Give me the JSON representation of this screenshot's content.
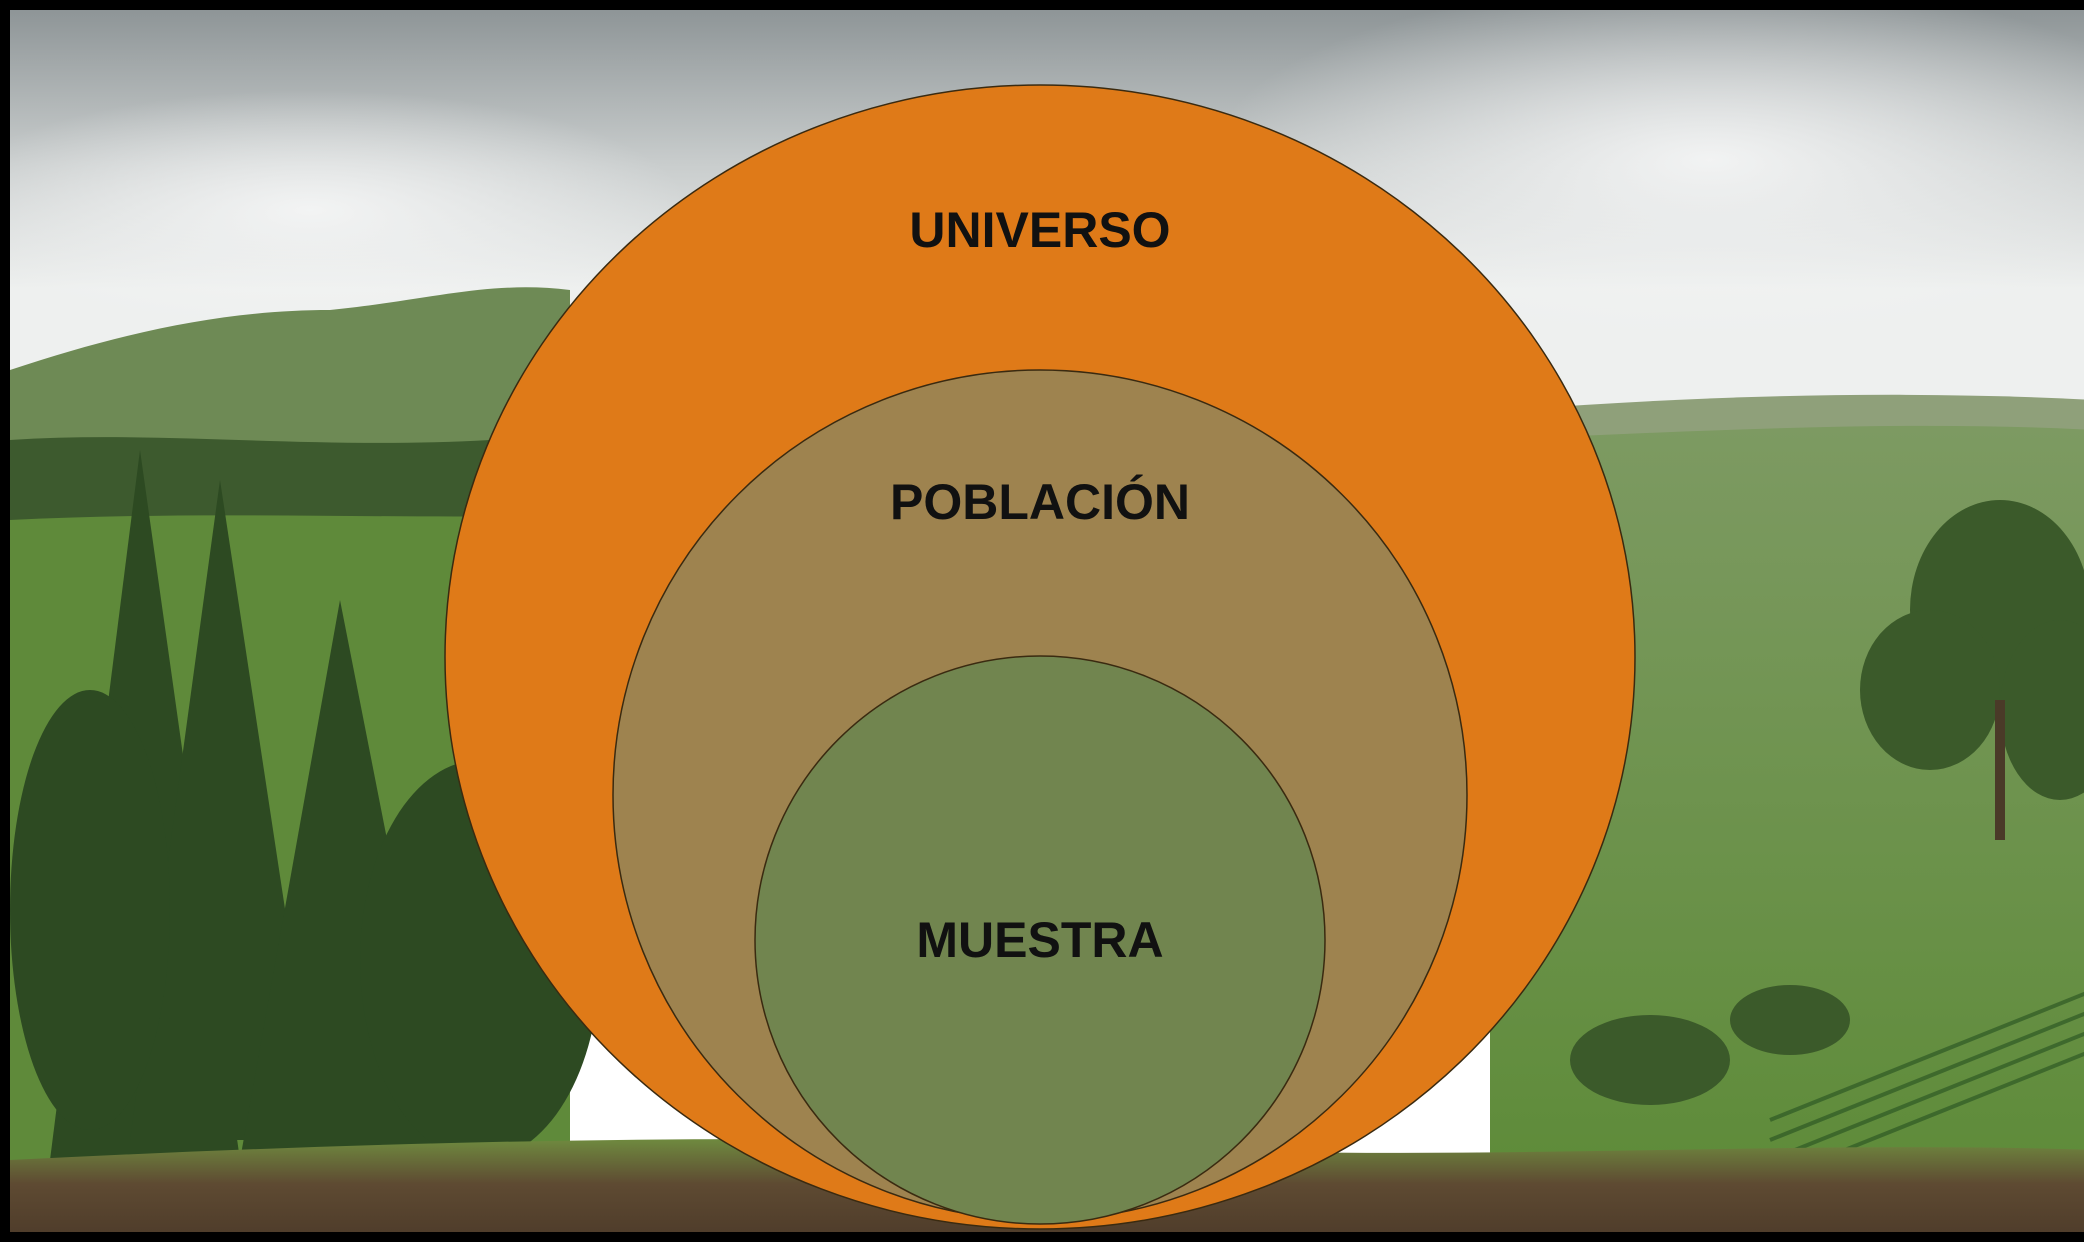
{
  "diagram": {
    "type": "nested-circles",
    "levels": [
      {
        "key": "outer",
        "label": "UNIVERSO",
        "fill": "#DF7A18"
      },
      {
        "key": "middle",
        "label": "POBLACIÓN",
        "fill": "#9E834F"
      },
      {
        "key": "inner",
        "label": "MUESTRA",
        "fill": "#71854F"
      }
    ],
    "label_color": "#111111",
    "outline_color": "#3a2a10"
  },
  "background": {
    "description_colors": {
      "sky_top": "#8f969a",
      "sky_bottom": "#e9ecec",
      "hills": "#6f8a4a",
      "grass": "#5f8a3a",
      "trees": "#2f4a22",
      "soil": "#5a4530"
    }
  }
}
